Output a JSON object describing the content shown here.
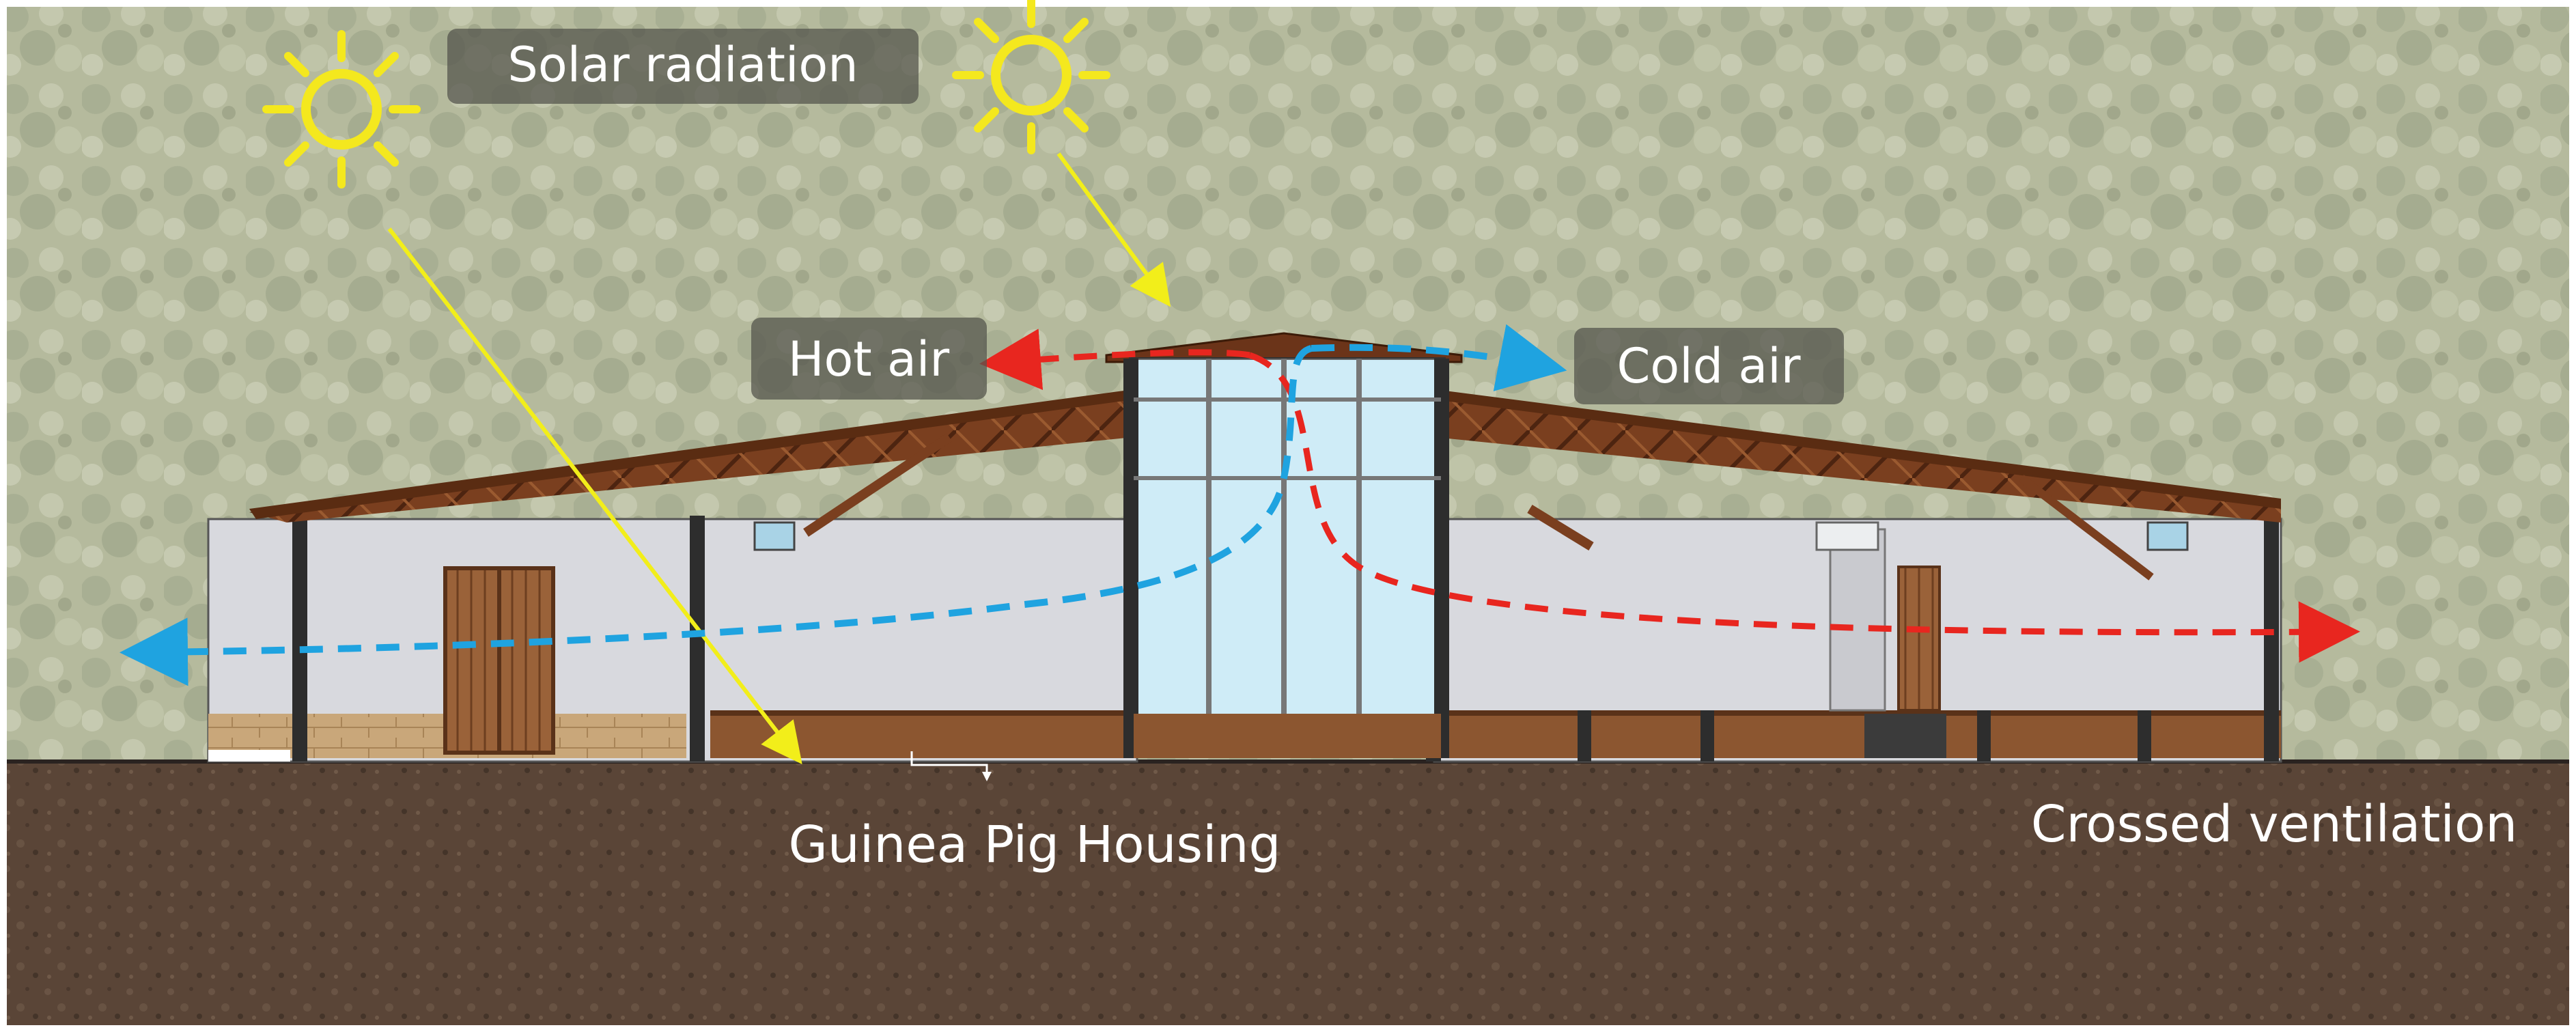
{
  "labels": {
    "solar_radiation": "Solar radiation",
    "hot_air": "Hot air",
    "cold_air": "Cold air",
    "guinea_pig_housing": "Guinea Pig Housing",
    "crossed_ventilation": "Crossed ventilation"
  },
  "icons": {
    "sun_left": "sun-icon",
    "sun_right": "sun-icon"
  },
  "colors": {
    "hot_air_flow": "#e8261f",
    "cold_air_flow": "#1fa3e0",
    "solar_ray": "#f2ee1a",
    "sun": "#f4e81e",
    "roof": "#6b3419",
    "wall": "#d8d9de",
    "ground": "#5b4638",
    "foliage": "#a7ad8b",
    "label_box": "#55554d",
    "label_text": "#ffffff"
  }
}
